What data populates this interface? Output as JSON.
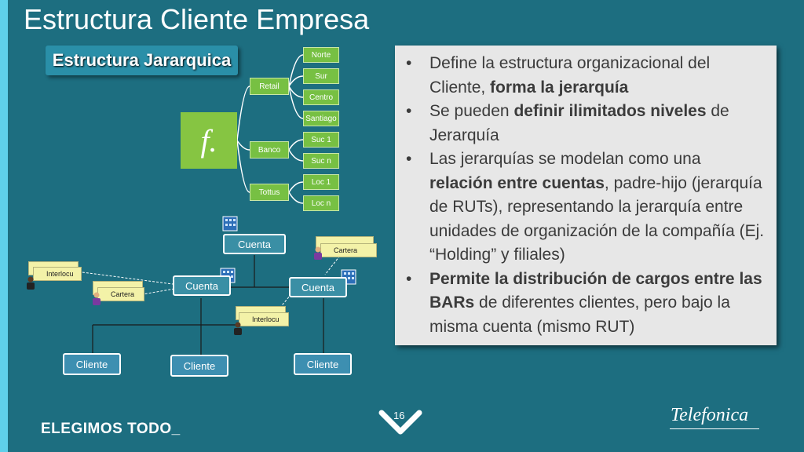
{
  "slide": {
    "title": "Estructura Cliente Empresa",
    "subtitle": "Estructura Jararquica",
    "logo_glyph": "f.",
    "page_number": "16",
    "footer_left": "ELEGIMOS TODO_",
    "footer_right": "Telefonica",
    "colors": {
      "background": "#1d6e80",
      "accent": "#5fd0ea",
      "node_green": "#77c043",
      "logo_green": "#86c542"
    }
  },
  "tree": {
    "mid": [
      "Retail",
      "Banco",
      "Tottus"
    ],
    "leaves": [
      "Norte",
      "Sur",
      "Centro",
      "Santiago",
      "Suc 1",
      "Suc n",
      "Loc 1",
      "Loc n"
    ]
  },
  "accounts": {
    "cuentas": [
      "Cuenta",
      "Cuenta",
      "Cuenta"
    ],
    "clientes": [
      "Cliente",
      "Cliente",
      "Cliente"
    ],
    "cards": {
      "interlocu_1": "Interlocu",
      "cartera_1": "Cartera",
      "cartera_2": "Cartera",
      "interlocu_2": "Interlocu"
    },
    "icons": [
      "building-icon",
      "person-icon",
      "chevron-down-icon"
    ]
  },
  "bullets": [
    {
      "parts": [
        {
          "t": "Define la estructura organizacional del Cliente, "
        },
        {
          "t": "forma la jerarquía",
          "b": true
        }
      ]
    },
    {
      "parts": [
        {
          "t": "Se pueden "
        },
        {
          "t": "definir ilimitados niveles",
          "b": true
        },
        {
          "t": " de Jerarquía"
        }
      ]
    },
    {
      "parts": [
        {
          "t": "Las jerarquías se modelan como una "
        },
        {
          "t": "relación entre cuentas",
          "b": true
        },
        {
          "t": ", padre-hijo (jerarquía de RUTs), representando la jerarquía entre unidades de organización de la compañía (Ej. “Holding” y filiales)"
        }
      ]
    },
    {
      "parts": [
        {
          "t": "Permite la distribución de cargos entre las BARs",
          "b": true
        },
        {
          "t": " de diferentes clientes, pero bajo la misma cuenta (mismo RUT)"
        }
      ]
    }
  ]
}
